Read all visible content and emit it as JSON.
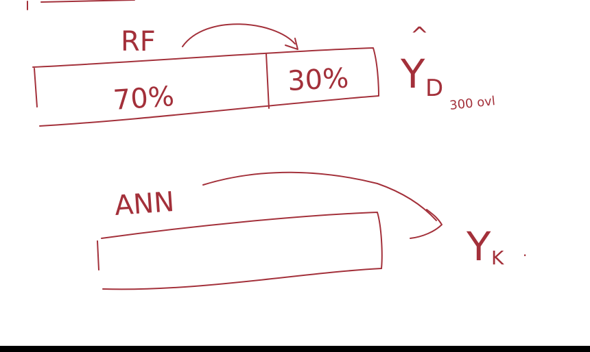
{
  "ink_color": "#a3303a",
  "background_color": "#ffffff",
  "top": {
    "model_label": "RF",
    "left_split_label": "70%",
    "right_split_label": "30%",
    "hat_label": "^",
    "output_label": "Y",
    "output_subscript": "D",
    "output_note": "300 ovl"
  },
  "bottom": {
    "model_label": "ANN",
    "output_label": "Y",
    "output_subscript": "K",
    "output_note": "."
  }
}
